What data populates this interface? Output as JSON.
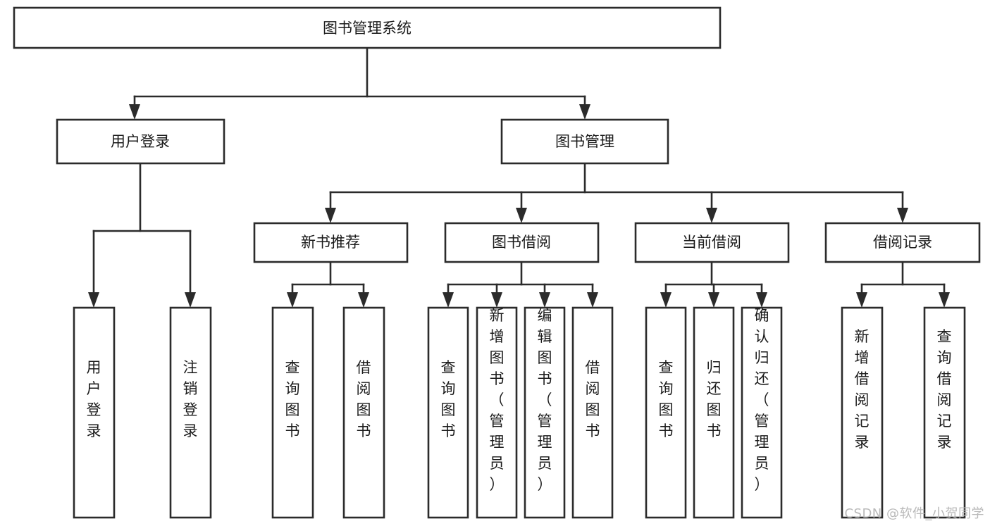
{
  "diagram": {
    "title": "图书管理系统",
    "type": "tree-hierarchy",
    "watermark": "CSDN @软件_小贺同学",
    "colors": {
      "stroke": "#2b2b2b",
      "fill": "#ffffff",
      "text": "#1b1b1b",
      "watermark": "#b9b9b9"
    },
    "levels": {
      "root": {
        "label": "图书管理系统"
      },
      "level2": [
        {
          "label": "用户登录"
        },
        {
          "label": "图书管理"
        }
      ],
      "level3": [
        {
          "label": "新书推荐"
        },
        {
          "label": "图书借阅"
        },
        {
          "label": "当前借阅"
        },
        {
          "label": "借阅记录"
        }
      ],
      "leaves": {
        "user_login": [
          {
            "label": "用户登录"
          },
          {
            "label": "注销登录"
          }
        ],
        "new_book_recommend": [
          {
            "label": "查询图书"
          },
          {
            "label": "借阅图书"
          }
        ],
        "book_borrow": [
          {
            "label": "查询图书"
          },
          {
            "label": "新增图书（管理员）"
          },
          {
            "label": "编辑图书（管理员）"
          },
          {
            "label": "借阅图书"
          }
        ],
        "current_borrow": [
          {
            "label": "查询图书"
          },
          {
            "label": "归还图书"
          },
          {
            "label": "确认归还（管理员）"
          }
        ],
        "borrow_record": [
          {
            "label": "新增借阅记录"
          },
          {
            "label": "查询借阅记录"
          }
        ]
      }
    }
  }
}
